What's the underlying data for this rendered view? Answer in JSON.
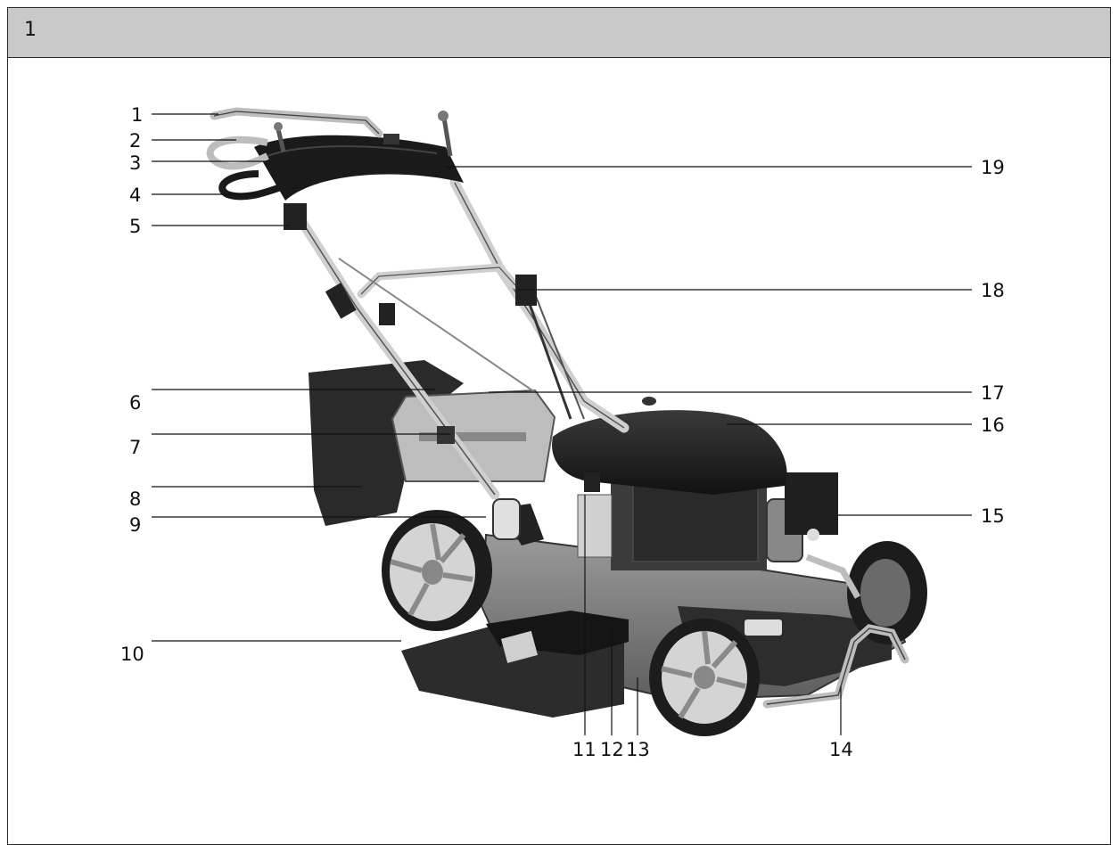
{
  "figure": {
    "number": "1"
  },
  "callouts": {
    "c1": "1",
    "c2": "2",
    "c3": "3",
    "c4": "4",
    "c5": "5",
    "c6": "6",
    "c7": "7",
    "c8": "8",
    "c9": "9",
    "c10": "10",
    "c11": "11",
    "c12": "12",
    "c13": "13",
    "c14": "14",
    "c15": "15",
    "c16": "16",
    "c17": "17",
    "c18": "18",
    "c19": "19"
  },
  "illustration": {
    "subject": "lawn-mower",
    "style": "grayscale photo"
  }
}
